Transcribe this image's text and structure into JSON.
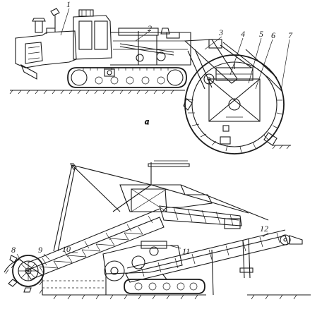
{
  "figure": {
    "top_view_caption": "a",
    "top_labels": [
      "1",
      "2",
      "3",
      "4",
      "5",
      "6",
      "7"
    ],
    "bottom_labels": [
      "8",
      "9",
      "10",
      "11",
      "12"
    ]
  }
}
